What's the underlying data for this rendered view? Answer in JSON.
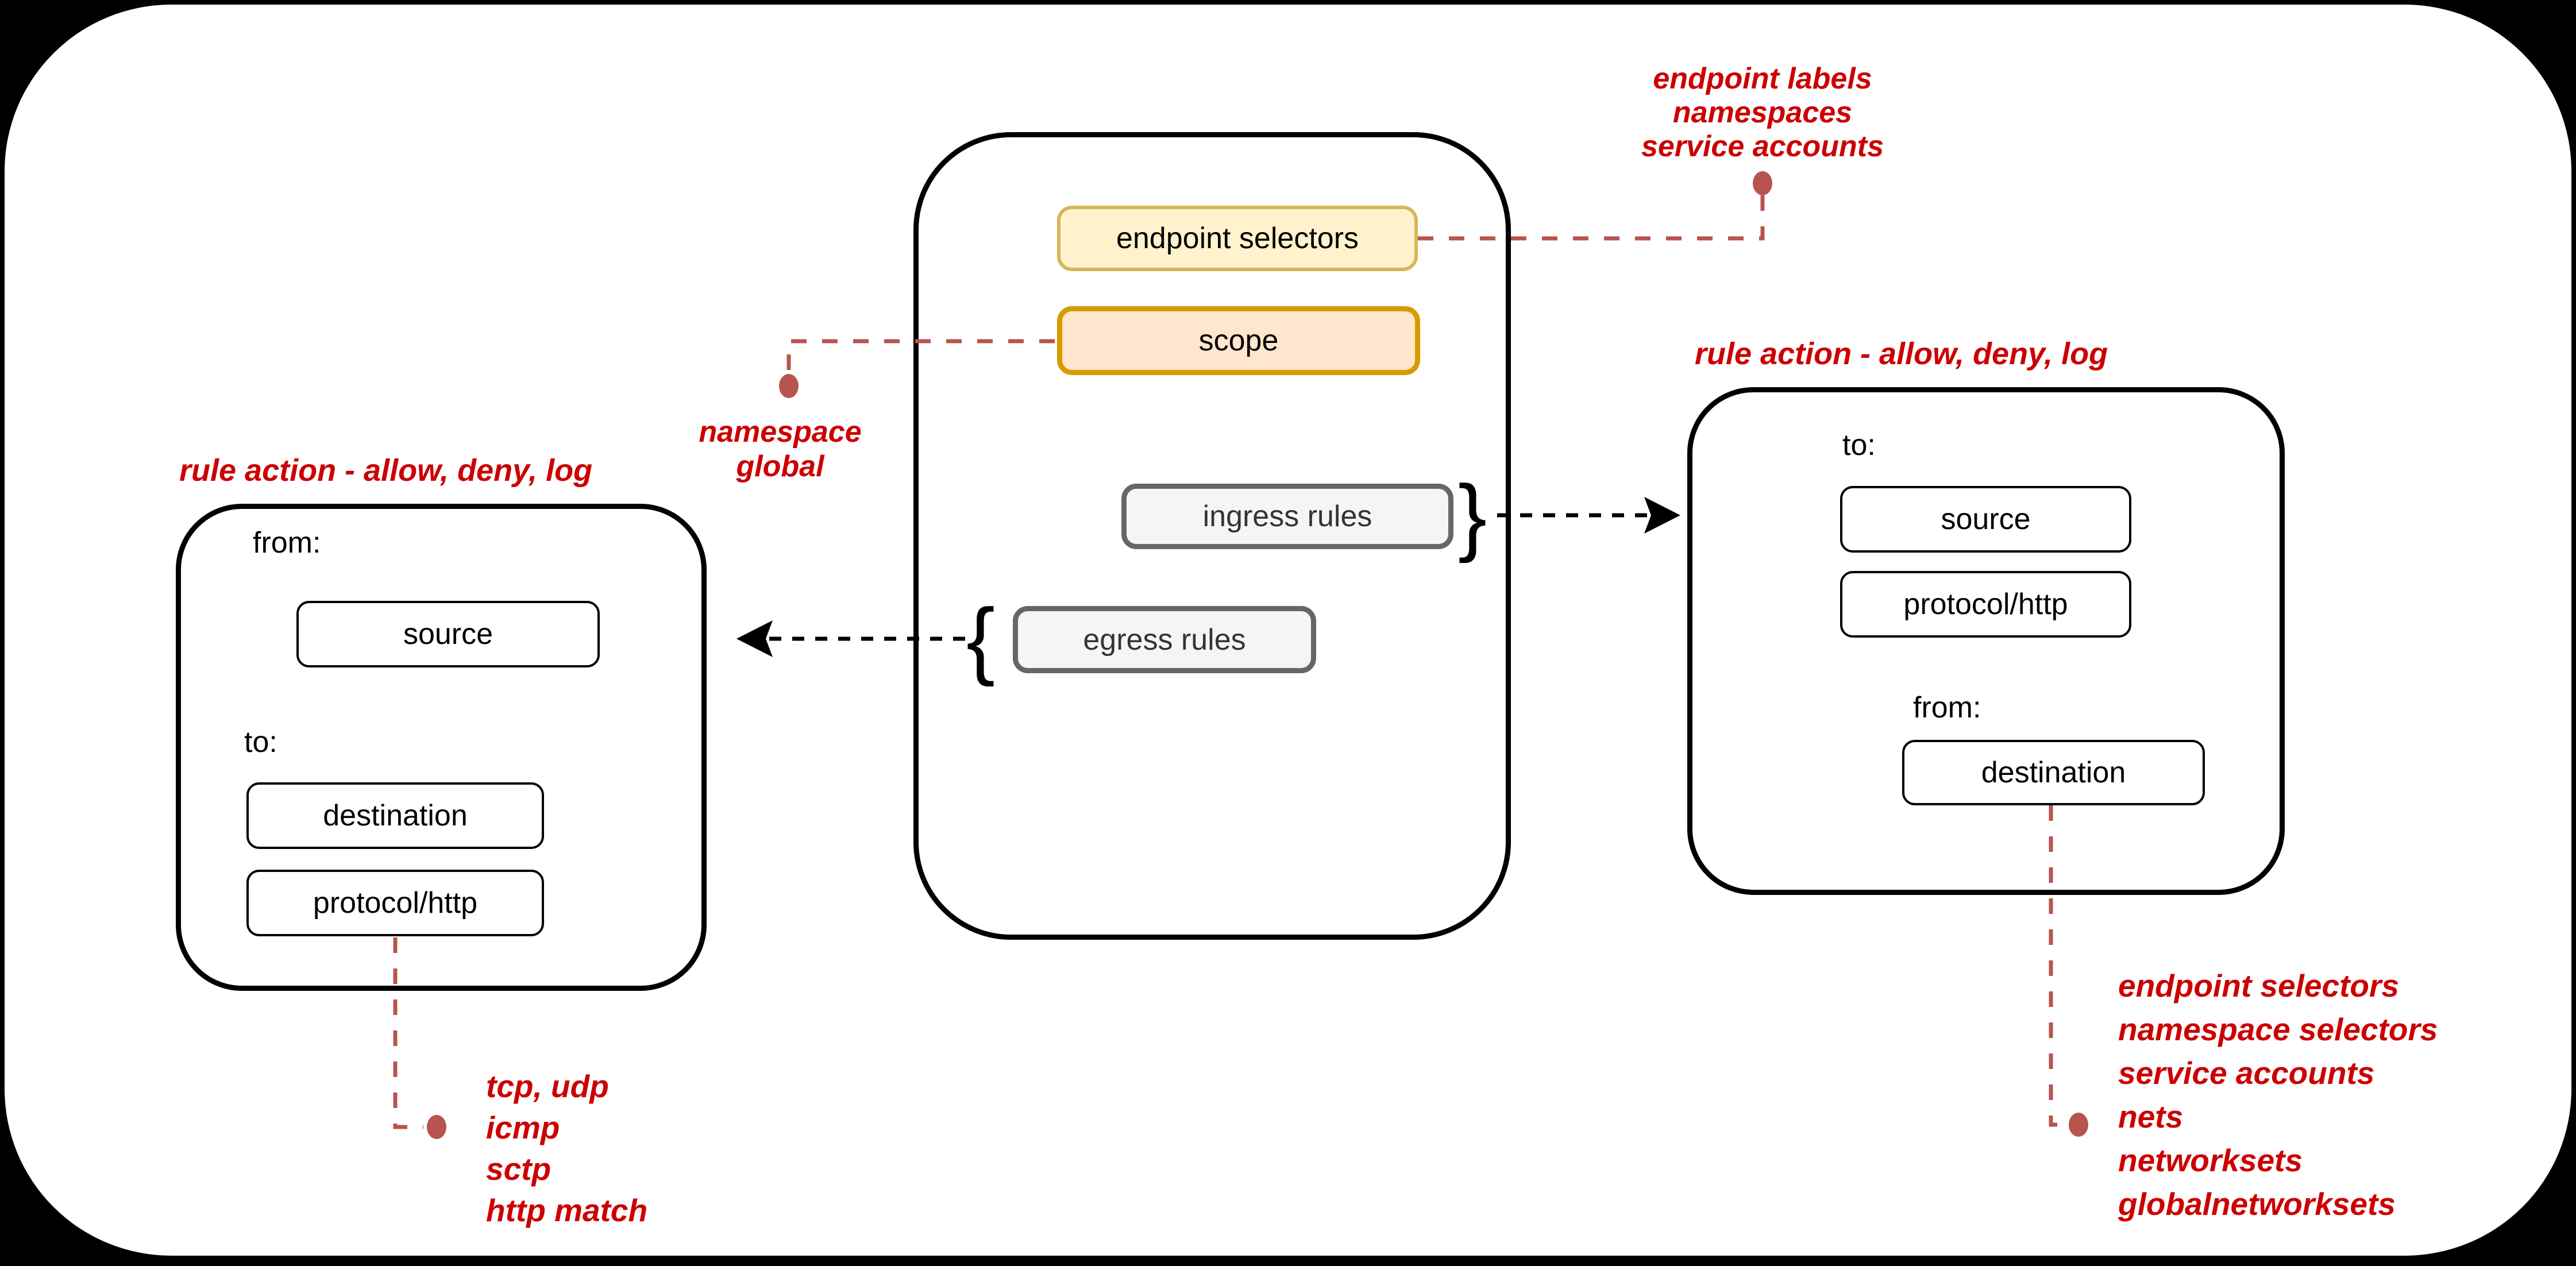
{
  "colors": {
    "annotation_red": "#CC0000",
    "connector_red": "#B85450",
    "yellow_fill": "#FFF2CC",
    "yellow_border": "#D6B656",
    "orange_fill": "#FFE6CC",
    "orange_border": "#D79B00",
    "gray_fill": "#F5F5F5",
    "gray_border": "#666666"
  },
  "center_policy": {
    "endpoint_selectors": "endpoint selectors",
    "scope": "scope",
    "ingress_rules": "ingress rules",
    "egress_rules": "egress rules",
    "ingress_brace": "}",
    "egress_brace": "{"
  },
  "egress_detail_box": {
    "title": "rule action - allow, deny, log",
    "from_label": "from:",
    "source": "source",
    "to_label": "to:",
    "destination": "destination",
    "protocol": "protocol/http"
  },
  "ingress_detail_box": {
    "title": "rule action - allow, deny, log",
    "to_label": "to:",
    "source": "source",
    "protocol": "protocol/http",
    "from_label": "from:",
    "destination": "destination"
  },
  "annotations": {
    "endpoint_selectors_note": [
      "endpoint labels",
      "namespaces",
      "service accounts"
    ],
    "scope_note": [
      "namespace",
      "global"
    ],
    "protocol_note": [
      "tcp, udp",
      "icmp",
      "sctp",
      "http match"
    ],
    "destination_note": [
      "endpoint selectors",
      "namespace selectors",
      "service accounts",
      "nets",
      "networksets",
      "globalnetworksets"
    ]
  }
}
